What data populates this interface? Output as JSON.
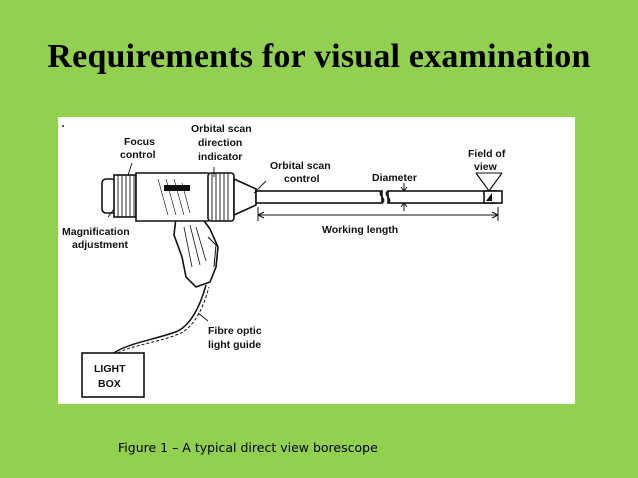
{
  "slide": {
    "title": "Requirements for visual examination",
    "caption": "Figure 1 – A typical direct view borescope"
  },
  "figure": {
    "labels": {
      "focus_control_1": "Focus",
      "focus_control_2": "control",
      "orbital_indicator_1": "Orbital scan",
      "orbital_indicator_2": "direction",
      "orbital_indicator_3": "indicator",
      "orbital_control_1": "Orbital scan",
      "orbital_control_2": "control",
      "diameter": "Diameter",
      "field_of_view_1": "Field of",
      "field_of_view_2": "view",
      "magnification_1": "Magnification",
      "magnification_2": "adjustment",
      "working_length": "Working length",
      "fibre_optic_1": "Fibre optic",
      "fibre_optic_2": "light guide",
      "light_box_1": "LIGHT",
      "light_box_2": "BOX"
    }
  }
}
